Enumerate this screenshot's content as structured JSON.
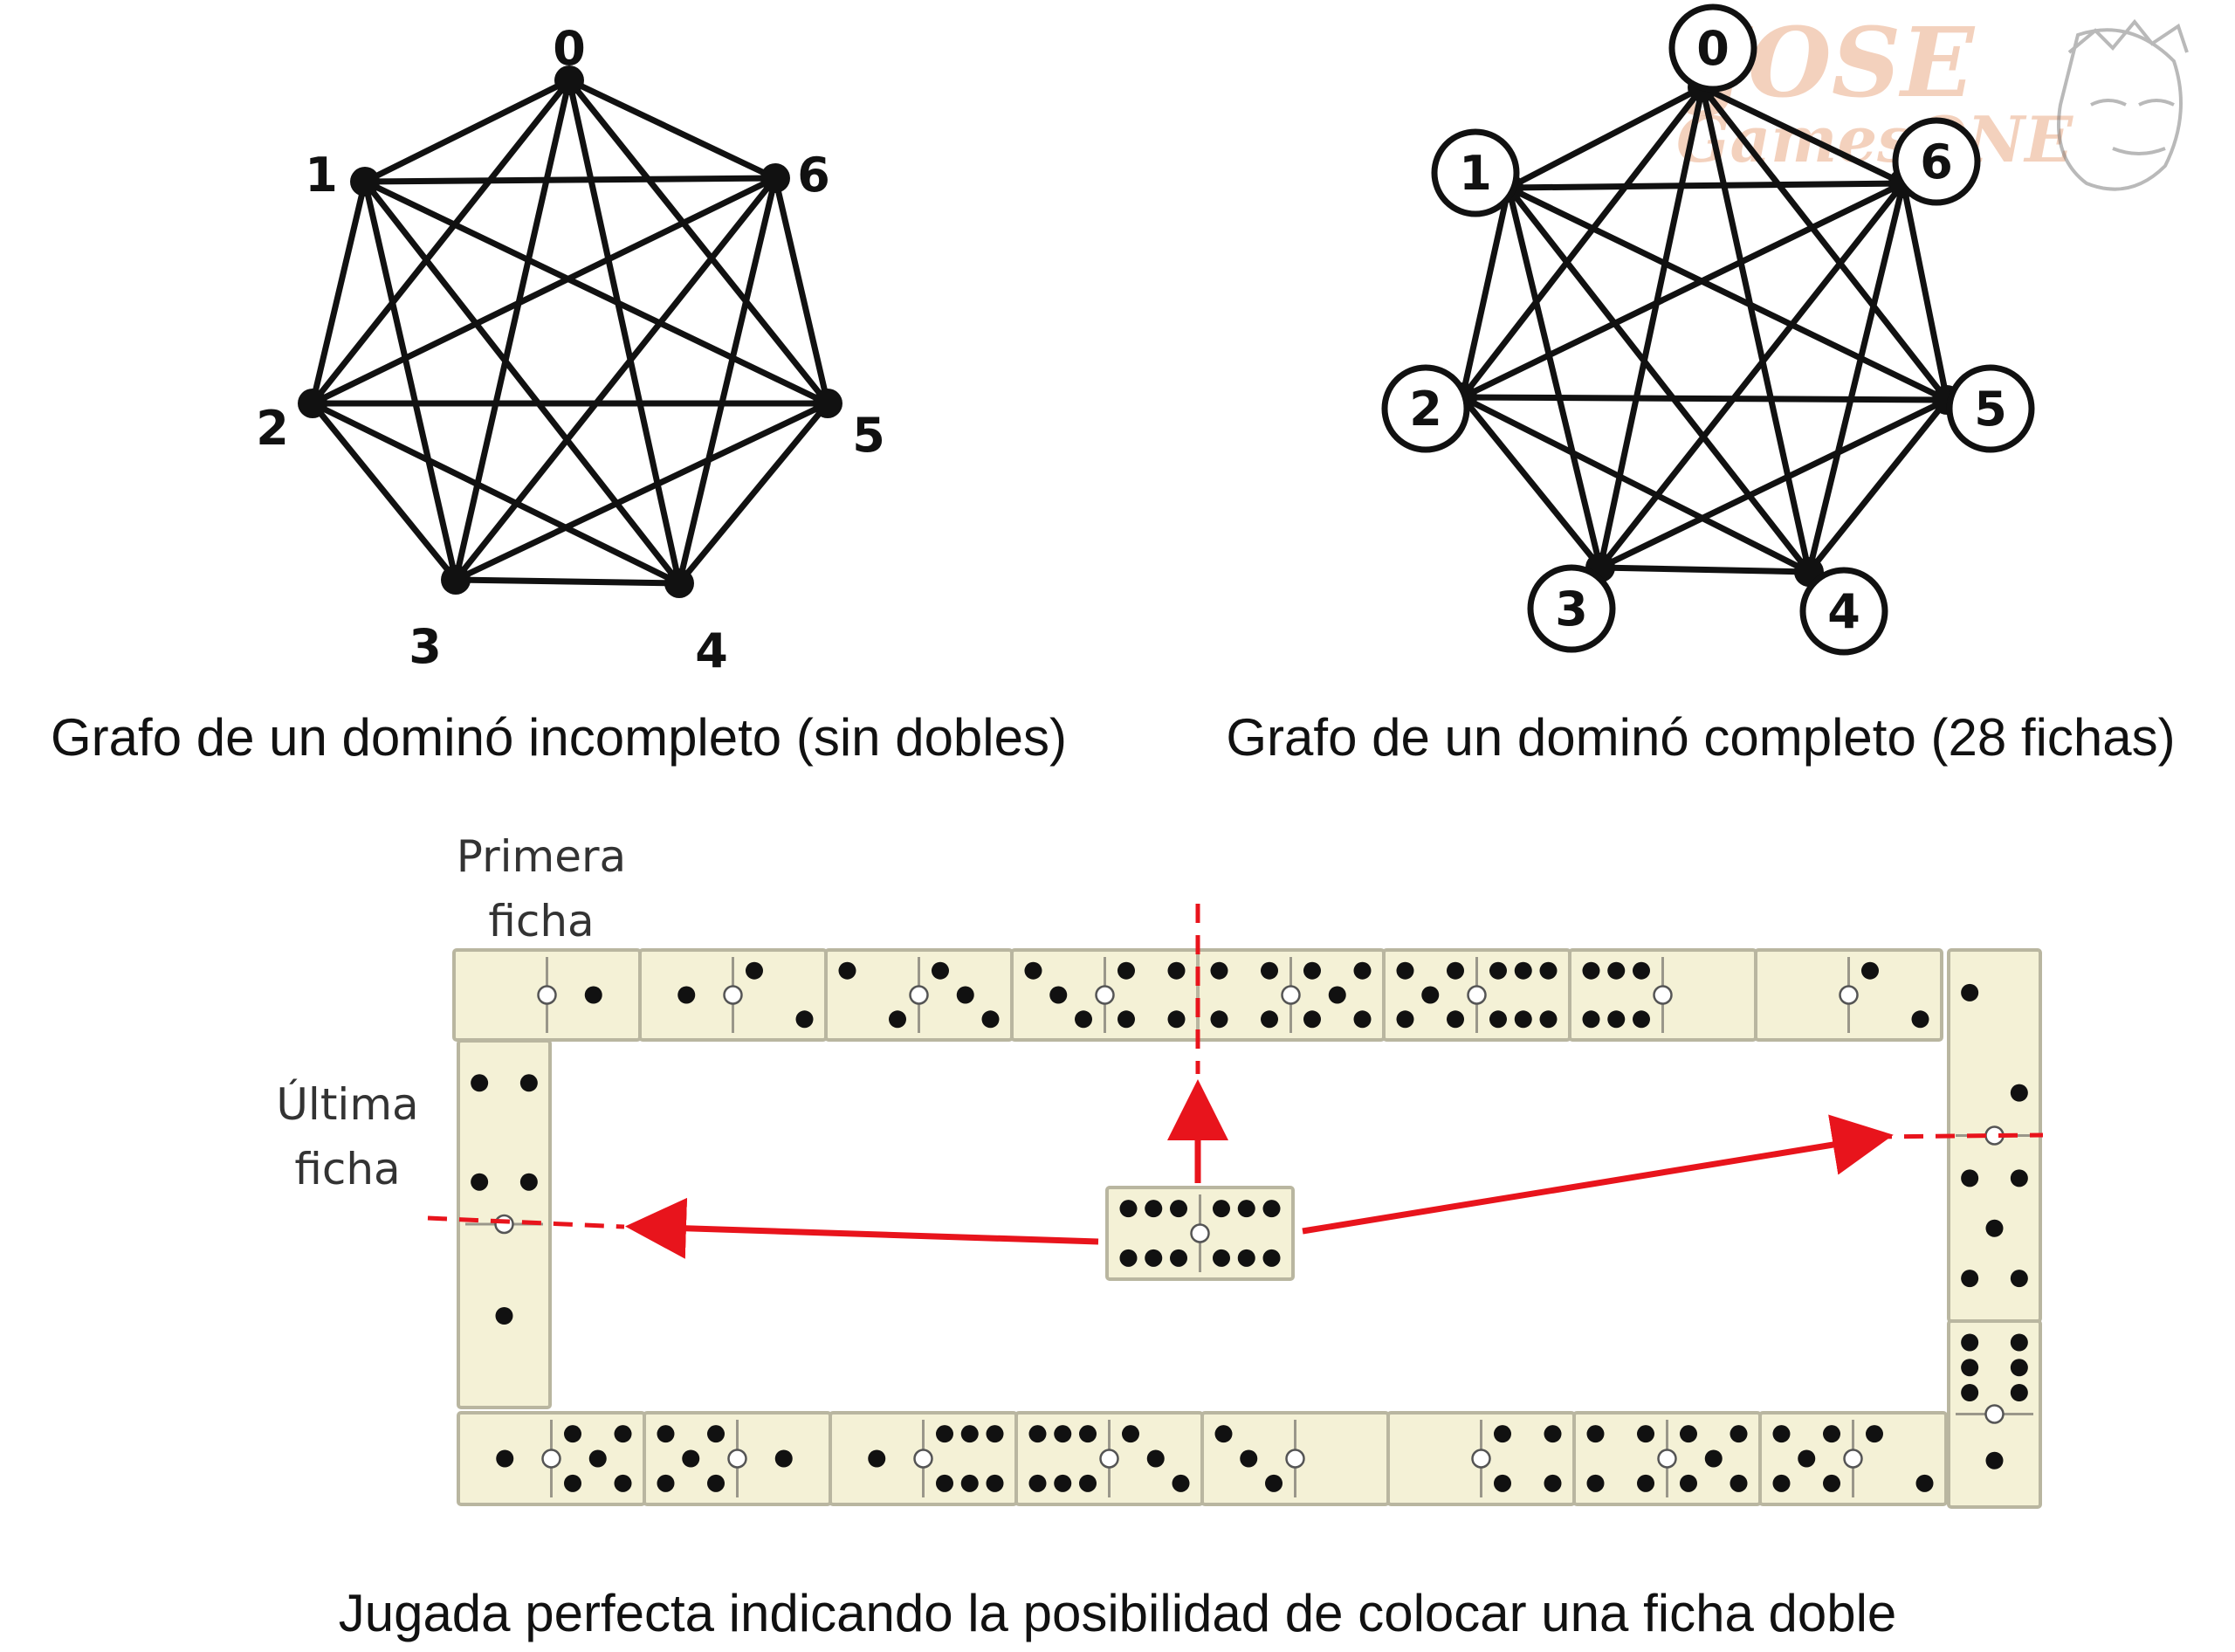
{
  "graph_incomplete": {
    "caption": "Grafo de un dominó incompleto (sin dobles)",
    "nodes": [
      "0",
      "1",
      "2",
      "3",
      "4",
      "5",
      "6"
    ]
  },
  "graph_complete": {
    "caption": "Grafo de un dominó completo (28 fichas)",
    "nodes": [
      "0",
      "1",
      "2",
      "3",
      "4",
      "5",
      "6"
    ]
  },
  "domino_play": {
    "caption": "Jugada perfecta indicando la posibilidad de colocar una ficha doble",
    "first_tile_label": [
      "Primera",
      "ficha"
    ],
    "last_tile_label": [
      "Última",
      "ficha"
    ],
    "tile_color": "#f4f1d6",
    "arrow_color": "#e8141c"
  },
  "watermark": {
    "line1": "JOSE",
    "line2": "GamesONE"
  }
}
